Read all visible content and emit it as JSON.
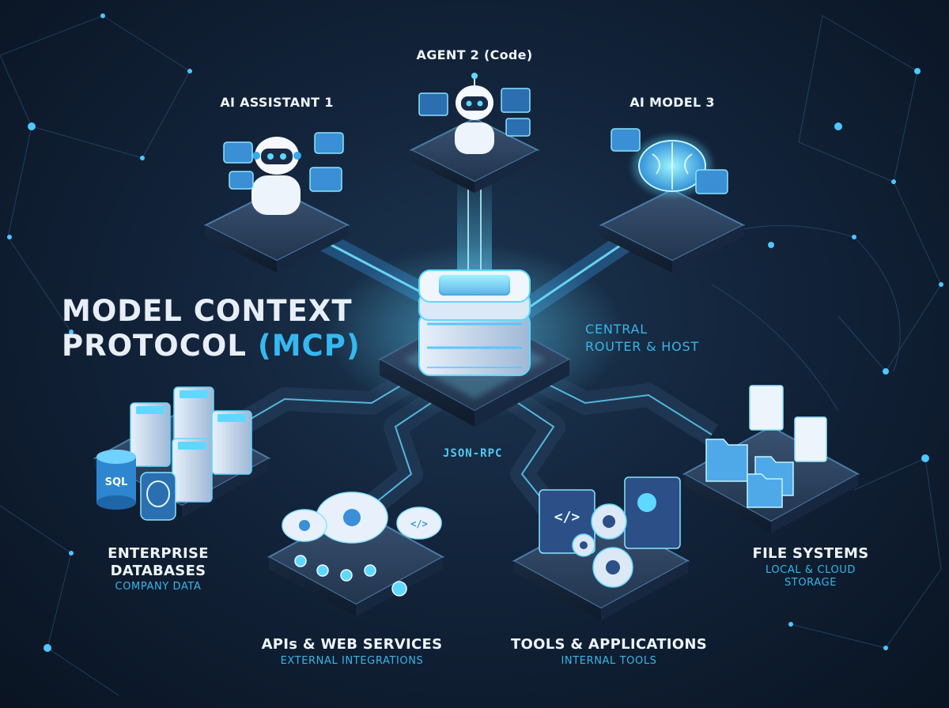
{
  "title": {
    "line1": "MODEL CONTEXT",
    "line2_main": "PROTOCOL ",
    "line2_highlight": "(MCP)"
  },
  "hub": {
    "line1": "CENTRAL",
    "line2": "ROUTER & HOST"
  },
  "protocol_label": "JSON-RPC",
  "agents": [
    {
      "label": "AI ASSISTANT 1"
    },
    {
      "label": "AGENT 2 (Code)"
    },
    {
      "label": "AI MODEL 3"
    }
  ],
  "resources": [
    {
      "label_line1": "ENTERPRISE",
      "label_line2": "DATABASES",
      "sub": "COMPANY DATA",
      "badge": "SQL"
    },
    {
      "label": "APIs & WEB SERVICES",
      "sub": "EXTERNAL INTEGRATIONS"
    },
    {
      "label": "TOOLS & APPLICATIONS",
      "sub": "INTERNAL TOOLS",
      "code_glyph": "</>"
    },
    {
      "label": "FILE SYSTEMS",
      "sub_line1": "LOCAL & CLOUD",
      "sub_line2": "STORAGE"
    }
  ],
  "icons": [
    "robot-icon",
    "brain-icon",
    "chat-bubble-icon",
    "server-rack-icon",
    "database-icon",
    "cloud-icon",
    "gear-icon",
    "folder-icon",
    "document-icon",
    "code-window-icon"
  ],
  "colors": {
    "background": "#12233a",
    "accent": "#35b8f0",
    "glow": "#5fd8ff",
    "text": "#eef4fb",
    "platform": "#2a3e58"
  }
}
